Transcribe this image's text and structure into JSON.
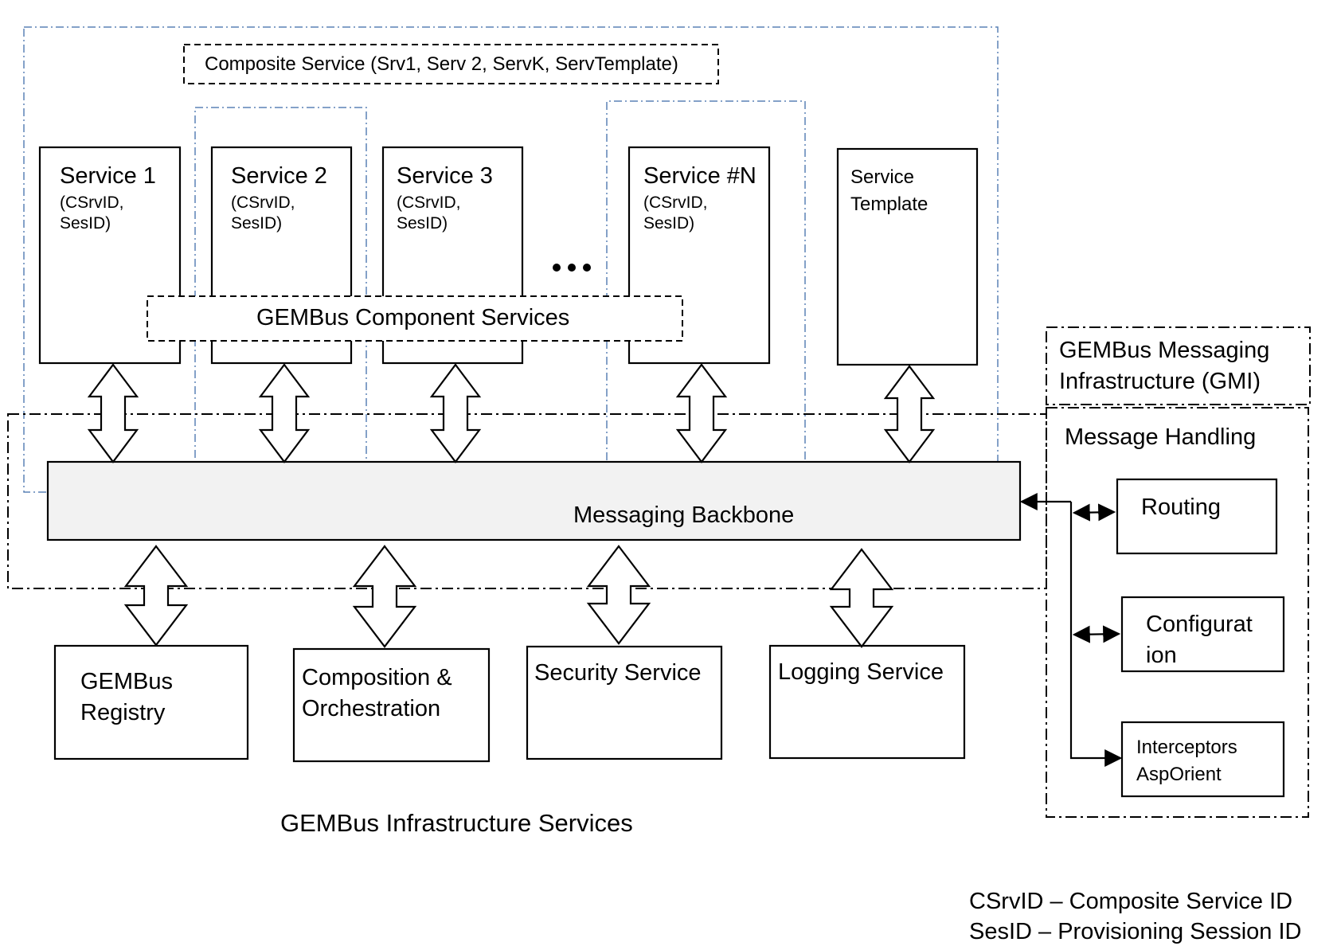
{
  "diagram": {
    "composite_service": {
      "label": "Composite Service (Srv1, Serv 2, ServK, ServTemplate)"
    },
    "services": [
      {
        "name": "Service 1",
        "params": "(CSrvID,\nSesID)"
      },
      {
        "name": "Service 2",
        "params": "(CSrvID,\nSesID)"
      },
      {
        "name": "Service 3",
        "params": "(CSrvID,\nSesID)"
      },
      {
        "name": "Service #N",
        "params": "(CSrvID,\nSesID)"
      }
    ],
    "ellipsis": "•••",
    "service_template": {
      "label": "Service\nTemplate"
    },
    "component_services": {
      "label": "GEMBus Component Services"
    },
    "messaging_backbone": {
      "label": "Messaging Backbone",
      "fill": "#f2f2f2"
    },
    "gmi": {
      "label": "GEMBus Messaging\nInfrastructure (GMI)"
    },
    "message_handling": {
      "label": "Message Handling",
      "items": [
        {
          "label": "Routing"
        },
        {
          "label": "Configurat\nion"
        },
        {
          "label": "Interceptors\nAspOrient"
        }
      ]
    },
    "infrastructure_services": {
      "label": "GEMBus Infrastructure Services",
      "items": [
        {
          "label": "GEMBus\nRegistry"
        },
        {
          "label": "Composition &\nOrchestration"
        },
        {
          "label": "Security Service"
        },
        {
          "label": "Logging Service"
        }
      ]
    },
    "legend": [
      {
        "text": "CSrvID – Composite Service ID"
      },
      {
        "text": "SesID – Provisioning Session ID"
      }
    ],
    "colors": {
      "composite_group_line": "#5b82b5",
      "line": "#000000"
    }
  }
}
